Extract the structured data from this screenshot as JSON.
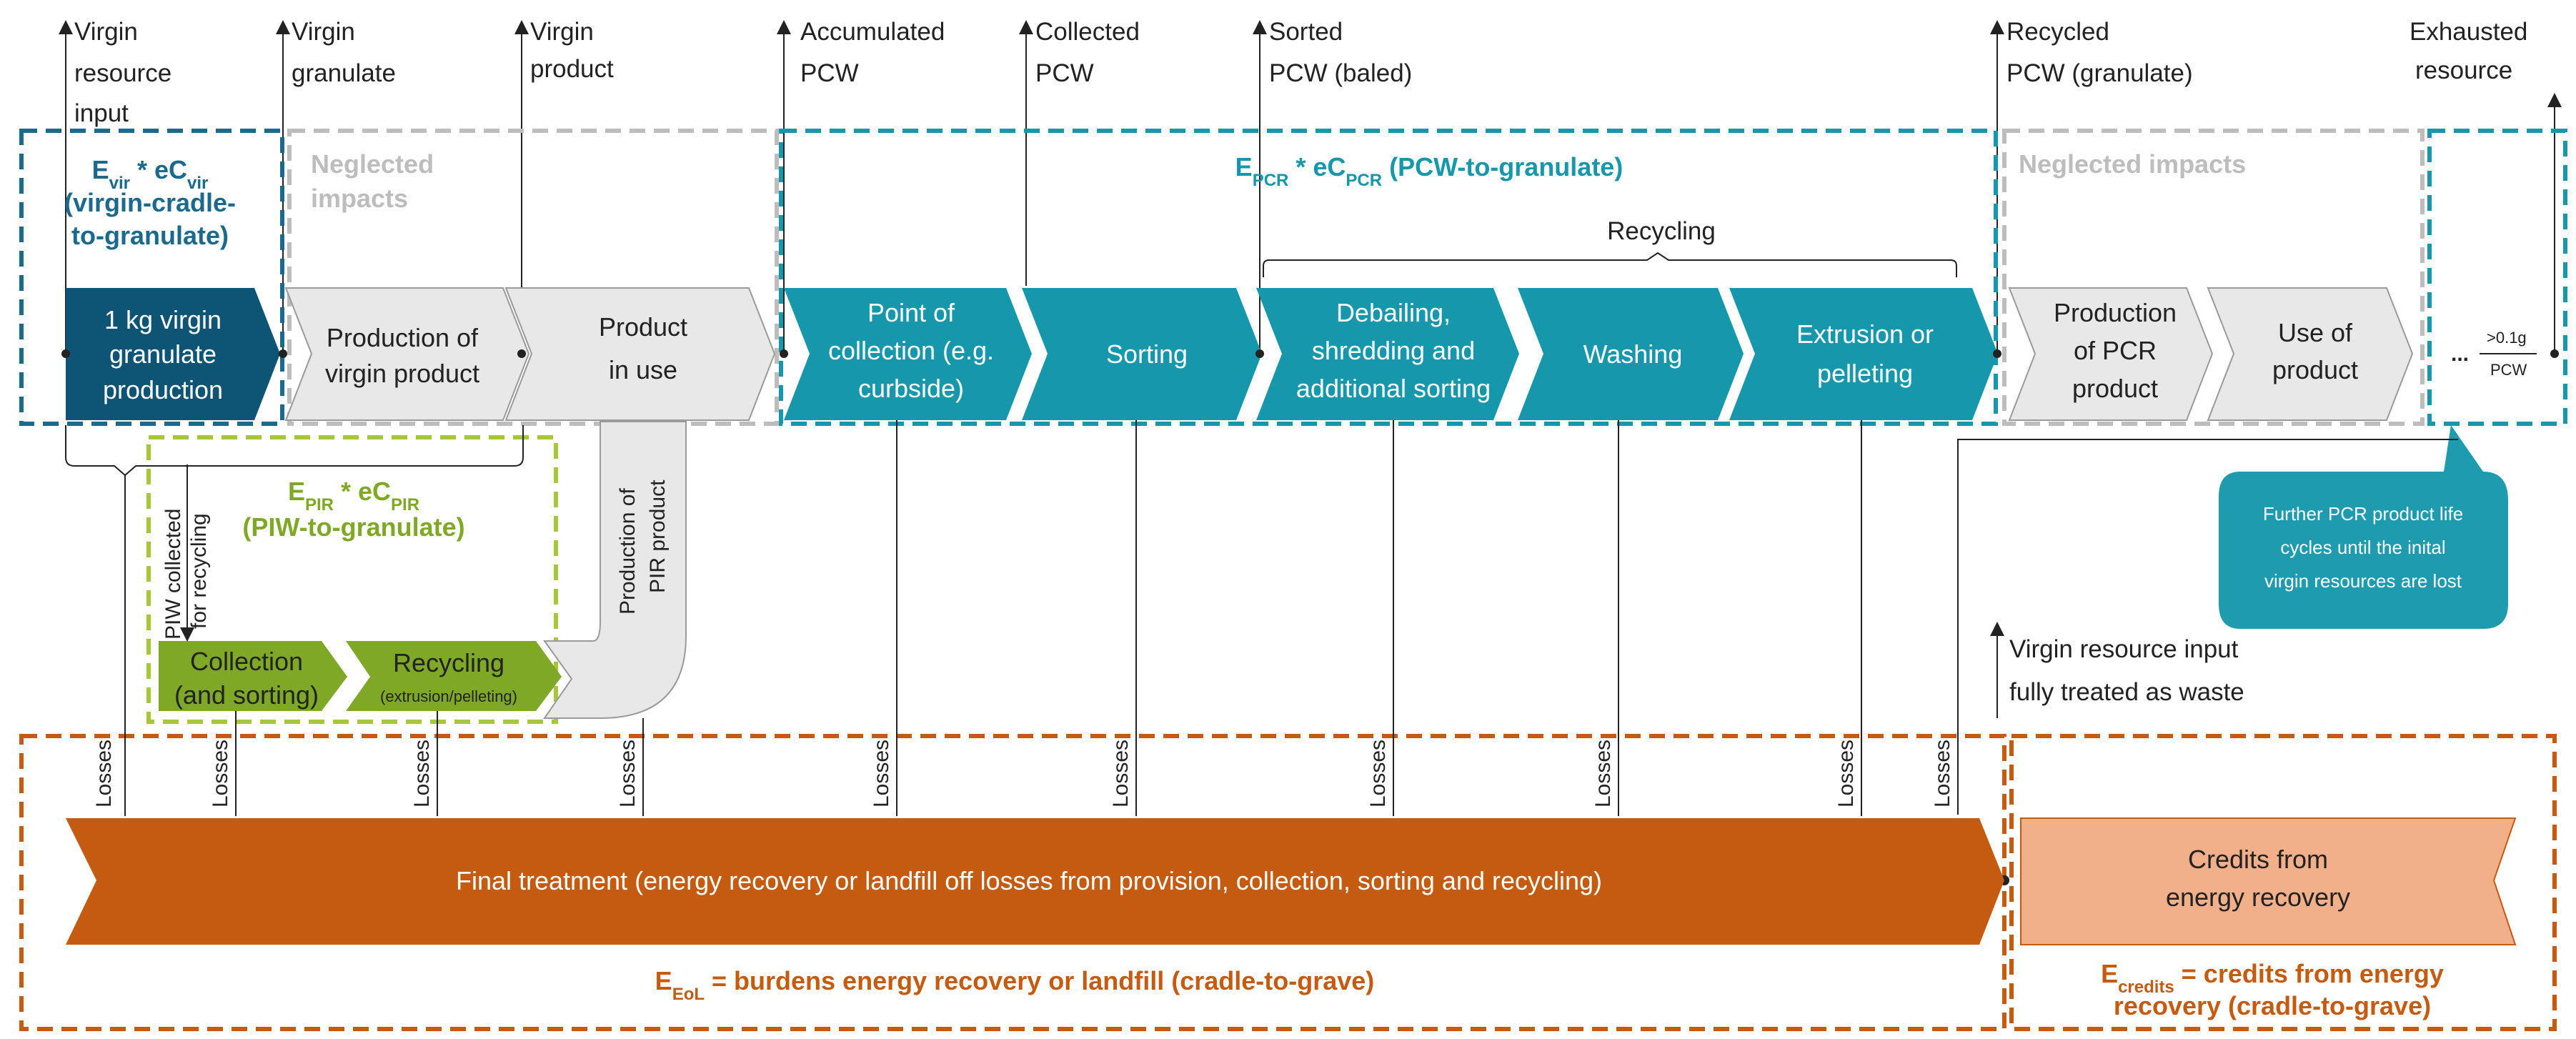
{
  "colors": {
    "virgin_dark": "#0e5475",
    "recycle_teal": "#1797ab",
    "neutral_grey": "#e8e8e8",
    "piw_green": "#7fa827",
    "final_orange": "#c55a11",
    "credits_peach": "#f2b08a",
    "neglected_grey": "#bdbdbd",
    "callout_teal": "#1f9bb0"
  },
  "top_labels": {
    "virgin_resource_input": [
      "Virgin",
      "resource",
      "input"
    ],
    "virgin_granulate": [
      "Virgin",
      "granulate"
    ],
    "virgin_product": [
      "Virgin",
      "product"
    ],
    "accumulated_pcw": [
      "Accumulated",
      "PCW"
    ],
    "collected_pcw": [
      "Collected",
      "PCW"
    ],
    "sorted_pcw": [
      "Sorted",
      "PCW (baled)"
    ],
    "recycled_pcw": [
      "Recycled",
      "PCW (granulate)"
    ],
    "exhausted_resource": [
      "Exhausted",
      "resource"
    ]
  },
  "groups": {
    "virgin": {
      "title_main": "E",
      "title_sub": "vir",
      "title_mid": " * eC",
      "title_sub2": "vir",
      "line2": "(virgin-cradle-",
      "line3": "to-granulate)"
    },
    "neglected_left": [
      "Neglected",
      "impacts"
    ],
    "pcr": {
      "title_main": "E",
      "title_sub": "PCR",
      "title_mid": " * eC",
      "title_sub2": "PCR",
      "title_end": " (PCW-to-granulate)"
    },
    "neglected_right": "Neglected impacts",
    "pir": {
      "title_main": "E",
      "title_sub": "PIR",
      "title_mid": " * eC",
      "title_sub2": "PIR",
      "line2": "(PIW-to-granulate)"
    },
    "recycling_bracket": "Recycling"
  },
  "process_boxes": {
    "virgin_granulate_production": [
      "1 kg virgin",
      "granulate",
      "production"
    ],
    "production_virgin_product": [
      "Production of",
      "virgin product"
    ],
    "product_in_use": [
      "Product",
      "in use"
    ],
    "point_of_collection": [
      "Point of",
      "collection (e.g.",
      "curbside)"
    ],
    "sorting": [
      "Sorting"
    ],
    "debailing": [
      "Debailing,",
      "shredding and",
      "additional sorting"
    ],
    "washing": [
      "Washing"
    ],
    "extrusion": [
      "Extrusion or",
      "pelleting"
    ],
    "production_pcr": [
      "Production",
      "of PCR",
      "product"
    ],
    "use_of_product": [
      "Use of",
      "product"
    ],
    "collection_sorting": [
      "Collection",
      "(and sorting)"
    ],
    "recycling_piw": "Recycling",
    "recycling_piw_sub": "(extrusion/pelleting)",
    "production_pir": [
      "Production of",
      "PIR product"
    ]
  },
  "side_labels": {
    "piw_collected": [
      "PIW collected",
      "for recycling"
    ],
    "losses": "Losses",
    "exhausted_small_top": ">0.1g",
    "exhausted_small_bottom": "PCW",
    "ellipsis": "..."
  },
  "callout": [
    "Further PCR product life",
    "cycles until the inital",
    "virgin resources are lost"
  ],
  "waste_label": [
    "Virgin resource input",
    "fully treated as waste"
  ],
  "final_treatment": "Final treatment (energy recovery or landfill off losses from provision, collection, sorting and recycling)",
  "credits_box": [
    "Credits from",
    "energy recovery"
  ],
  "eol": {
    "main": "E",
    "sub": "EoL",
    "rest": " = burdens energy recovery or landfill (cradle-to-grave)"
  },
  "credits_title": {
    "main": "E",
    "sub": "credits",
    "rest": " = credits from energy",
    "line2": "recovery (cradle-to-grave)"
  }
}
